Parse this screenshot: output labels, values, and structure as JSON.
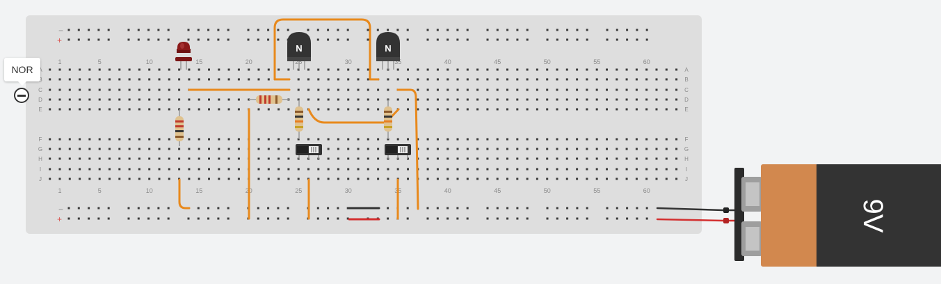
{
  "tooltip": {
    "label": "NOR"
  },
  "breadboard": {
    "column_numbers": [
      "1",
      "5",
      "10",
      "15",
      "20",
      "25",
      "30",
      "35",
      "40",
      "45",
      "50",
      "55",
      "60"
    ],
    "rows_top": [
      "A",
      "B",
      "C",
      "D",
      "E"
    ],
    "rows_bottom": [
      "F",
      "G",
      "H",
      "I",
      "J"
    ],
    "rail_minus": "−",
    "rail_plus": "+"
  },
  "transistors": [
    {
      "label": "N"
    },
    {
      "label": "N"
    }
  ],
  "battery": {
    "label": "9V"
  },
  "colors": {
    "board": "#dedede",
    "wire_orange": "#e8891c",
    "wire_black": "#333333",
    "wire_red": "#d32f2f",
    "led": "#8b1a1a",
    "battery_body": "#d2884e",
    "battery_label_bg": "#333333"
  },
  "icons": {
    "delete": "minus-circle-icon"
  }
}
